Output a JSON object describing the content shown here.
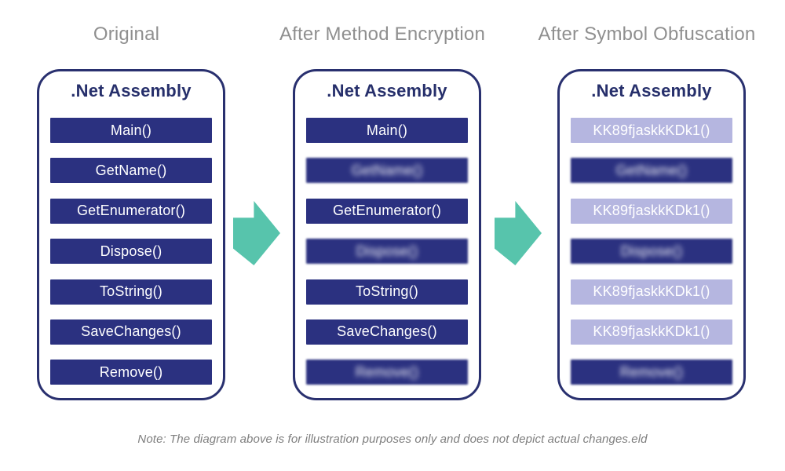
{
  "columns": [
    {
      "header": "Original",
      "panel_title": ".Net Assembly",
      "rows": [
        {
          "label": "Main()",
          "variant": "navy",
          "blurred": false
        },
        {
          "label": "GetName()",
          "variant": "navy",
          "blurred": false
        },
        {
          "label": "GetEnumerator()",
          "variant": "navy",
          "blurred": false
        },
        {
          "label": "Dispose()",
          "variant": "navy",
          "blurred": false
        },
        {
          "label": "ToString()",
          "variant": "navy",
          "blurred": false
        },
        {
          "label": "SaveChanges()",
          "variant": "navy",
          "blurred": false
        },
        {
          "label": "Remove()",
          "variant": "navy",
          "blurred": false
        }
      ]
    },
    {
      "header": "After Method Encryption",
      "panel_title": ".Net Assembly",
      "rows": [
        {
          "label": "Main()",
          "variant": "navy",
          "blurred": false
        },
        {
          "label": "GetName()",
          "variant": "navy",
          "blurred": true
        },
        {
          "label": "GetEnumerator()",
          "variant": "navy",
          "blurred": false
        },
        {
          "label": "Dispose()",
          "variant": "navy",
          "blurred": true
        },
        {
          "label": "ToString()",
          "variant": "navy",
          "blurred": false
        },
        {
          "label": "SaveChanges()",
          "variant": "navy",
          "blurred": false
        },
        {
          "label": "Remove()",
          "variant": "navy",
          "blurred": true
        }
      ]
    },
    {
      "header": "After Symbol Obfuscation",
      "panel_title": ".Net Assembly",
      "rows": [
        {
          "label": "KK89fjaskkKDk1()",
          "variant": "lavender",
          "blurred": false
        },
        {
          "label": "GetName()",
          "variant": "navy",
          "blurred": true
        },
        {
          "label": "KK89fjaskkKDk1()",
          "variant": "lavender",
          "blurred": false
        },
        {
          "label": "Dispose()",
          "variant": "navy",
          "blurred": true
        },
        {
          "label": "KK89fjaskkKDk1()",
          "variant": "lavender",
          "blurred": false
        },
        {
          "label": "KK89fjaskkKDk1()",
          "variant": "lavender",
          "blurred": false
        },
        {
          "label": "Remove()",
          "variant": "navy",
          "blurred": true
        }
      ]
    }
  ],
  "arrows": [
    {
      "name": "arrow-original-to-encrypted",
      "direction": "right"
    },
    {
      "name": "arrow-encrypted-to-obfuscated",
      "direction": "right"
    }
  ],
  "note": "Note: The diagram above is for illustration purposes only and does not depict actual changes.eld",
  "colors": {
    "bar_navy": "#2b3180",
    "bar_lavender": "#b5b6e0",
    "panel_border": "#29306f",
    "title_navy": "#262f6b",
    "arrow_teal": "#57c4ac",
    "header_gray": "#8f8f8f",
    "note_gray": "#7e7e7e"
  }
}
